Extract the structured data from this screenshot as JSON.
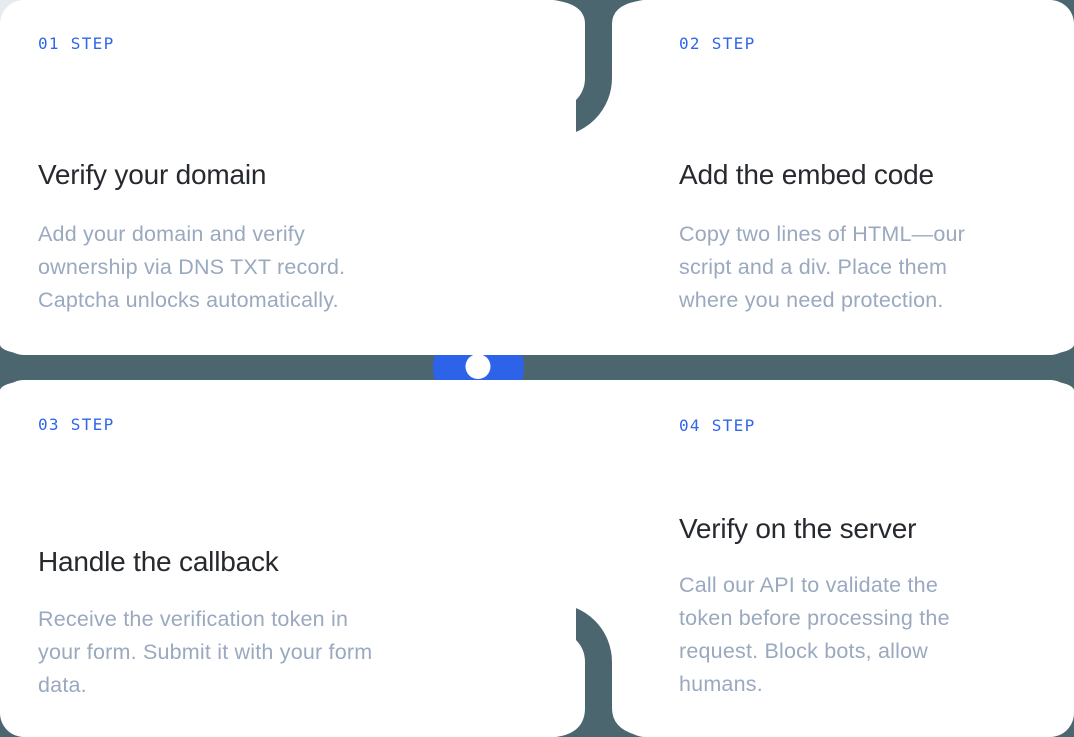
{
  "section": {
    "name": "how-it-works-steps",
    "step_count": 4
  },
  "steps": [
    {
      "label": "01 STEP",
      "title": "Verify your domain",
      "body": "Add your domain and verify\nownership via DNS TXT record.\nCaptcha unlocks automatically."
    },
    {
      "label": "02 STEP",
      "title": "Add the embed code",
      "body": "Copy two lines of HTML—our\nscript and a div. Place them\nwhere you need protection."
    },
    {
      "label": "03 STEP",
      "title": "Handle the callback",
      "body": "Receive the verification token in\nyour form. Submit it with your form\ndata."
    },
    {
      "label": "04 STEP",
      "title": "Verify on the server",
      "body": "Call our API to validate the\ntoken before processing the\nrequest. Block bots, allow\nhumans."
    }
  ],
  "colors": {
    "accent_blue": "#2d63e8",
    "label_blue": "#2f66ea",
    "connector_slate": "#4c666f",
    "heading": "#26292e",
    "body_text": "#9aa9bf",
    "corner_blob": "#e7ebef",
    "card_bg": "#ffffff"
  }
}
